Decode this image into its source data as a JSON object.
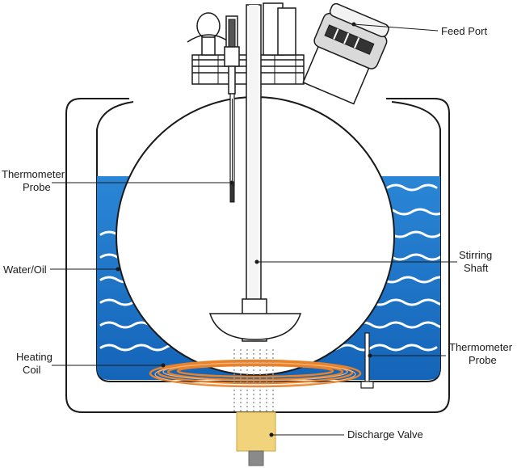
{
  "labels": {
    "feed_port": "Feed Port",
    "thermometer_probe_left_1": "Thermometer",
    "thermometer_probe_left_2": "Probe",
    "water_oil": "Water/Oil",
    "heating_coil_1": "Heating",
    "heating_coil_2": "Coil",
    "stirring_shaft_1": "Stirring",
    "stirring_shaft_2": "Shaft",
    "thermometer_probe_right_1": "Thermometer",
    "thermometer_probe_right_2": "Probe",
    "discharge_valve": "Discharge Valve"
  },
  "colors": {
    "water": "#1f73c8",
    "wave": "#ffffff",
    "coil": "#e8832a",
    "valve": "#f0d37a",
    "line": "#1a1a1a"
  }
}
